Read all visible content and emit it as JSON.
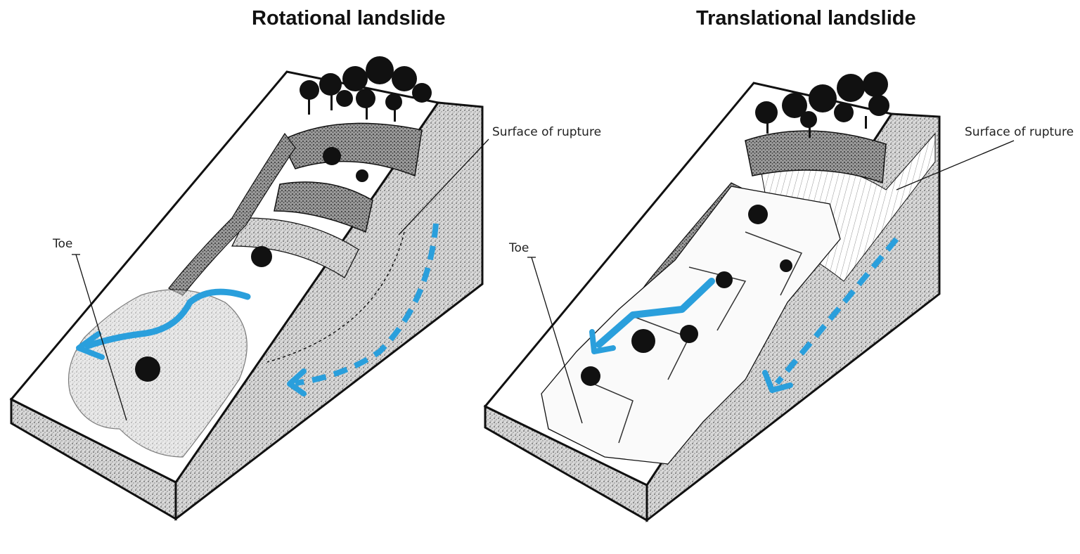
{
  "diagram": {
    "rotational": {
      "title": "Rotational landslide",
      "labels": {
        "rupture": "Surface of rupture",
        "toe": "Toe"
      }
    },
    "translational": {
      "title": "Translational landslide",
      "labels": {
        "rupture": "Surface of rupture",
        "toe": "Toe"
      }
    }
  },
  "colors": {
    "arrow": "#2a9fdc",
    "outline": "#111111",
    "stipple_dark": "#444444",
    "stipple_light": "#bbbbbb"
  },
  "icons": [
    "tree-cluster-icon",
    "motion-arrow-icon",
    "dashed-arrow-icon"
  ]
}
